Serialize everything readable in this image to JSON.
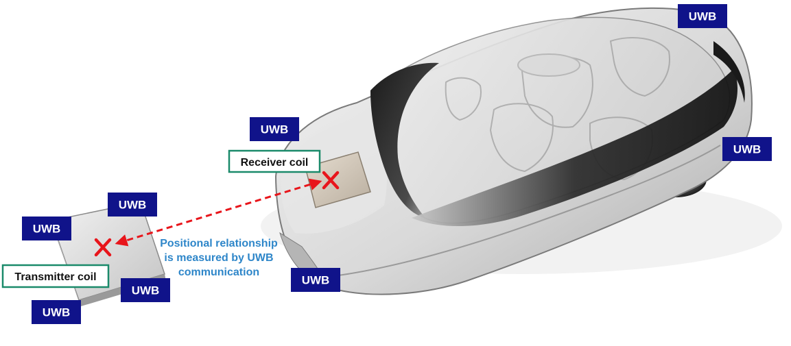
{
  "labels": {
    "uwb": "UWB",
    "receiver_coil": "Receiver coil",
    "transmitter_coil": "Transmitter coil",
    "caption_line1": "Positional relationship",
    "caption_line2": "is measured by UWB",
    "caption_line3": "communication"
  },
  "colors": {
    "uwb_badge": "#10138a",
    "coil_label_border": "#1a8a6a",
    "caption": "#2e86c9",
    "marker": "#e8151b",
    "arrow": "#e8151b"
  }
}
